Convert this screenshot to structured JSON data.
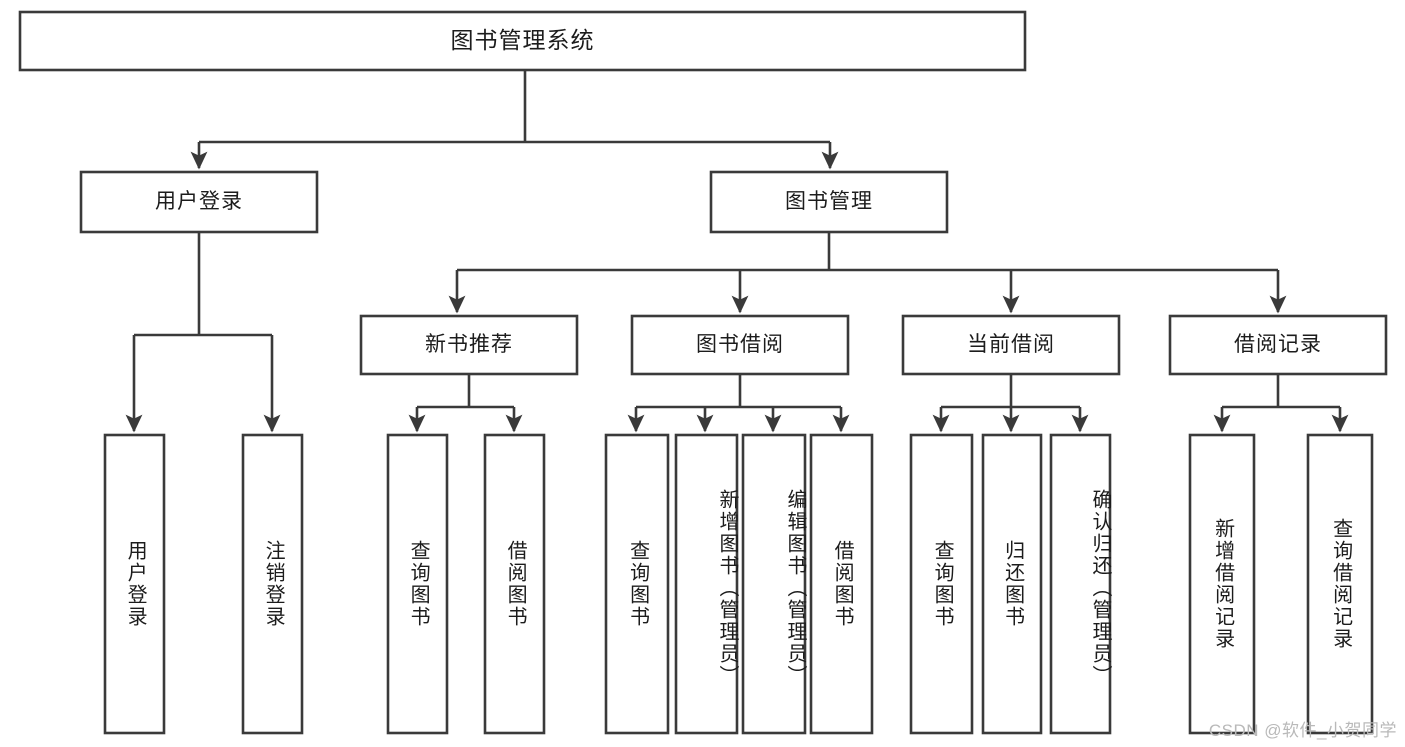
{
  "diagram": {
    "type": "tree",
    "title": "图书管理系统",
    "orientation": "top-down",
    "theme": {
      "background": "#ffffff",
      "box_fill": "#ffffff",
      "box_stroke": "#3a3a3a",
      "text_color": "#1c1c1c",
      "watermark_color": "#b9b9b9"
    },
    "root": {
      "id": "root",
      "label": "图书管理系统",
      "orientation": "horizontal"
    },
    "level2": [
      {
        "id": "user-login",
        "label": "用户登录",
        "orientation": "horizontal"
      },
      {
        "id": "book-manage",
        "label": "图书管理",
        "orientation": "horizontal"
      }
    ],
    "level3": [
      {
        "id": "new-book-recommend",
        "label": "新书推荐",
        "orientation": "horizontal",
        "parent": "book-manage"
      },
      {
        "id": "book-borrow",
        "label": "图书借阅",
        "orientation": "horizontal",
        "parent": "book-manage"
      },
      {
        "id": "current-borrow",
        "label": "当前借阅",
        "orientation": "horizontal",
        "parent": "book-manage"
      },
      {
        "id": "borrow-record",
        "label": "借阅记录",
        "orientation": "horizontal",
        "parent": "book-manage"
      }
    ],
    "leaves": [
      {
        "id": "leaf-user-login",
        "label": "用户登录",
        "parent": "user-login",
        "orientation": "vertical"
      },
      {
        "id": "leaf-logout-login",
        "label": "注销登录",
        "parent": "user-login",
        "orientation": "vertical"
      },
      {
        "id": "leaf-query-book-1",
        "label": "查询图书",
        "parent": "new-book-recommend",
        "orientation": "vertical"
      },
      {
        "id": "leaf-borrow-book-1",
        "label": "借阅图书",
        "parent": "new-book-recommend",
        "orientation": "vertical"
      },
      {
        "id": "leaf-query-book-2",
        "label": "查询图书",
        "parent": "book-borrow",
        "orientation": "vertical"
      },
      {
        "id": "leaf-add-book",
        "label": "新增图书（管理员）",
        "parent": "book-borrow",
        "orientation": "vertical"
      },
      {
        "id": "leaf-edit-book",
        "label": "编辑图书（管理员）",
        "parent": "book-borrow",
        "orientation": "vertical"
      },
      {
        "id": "leaf-borrow-book-2",
        "label": "借阅图书",
        "parent": "book-borrow",
        "orientation": "vertical"
      },
      {
        "id": "leaf-query-book-3",
        "label": "查询图书",
        "parent": "current-borrow",
        "orientation": "vertical"
      },
      {
        "id": "leaf-return-book",
        "label": "归还图书",
        "parent": "current-borrow",
        "orientation": "vertical"
      },
      {
        "id": "leaf-confirm-return",
        "label": "确认归还（管理员）",
        "parent": "current-borrow",
        "orientation": "vertical"
      },
      {
        "id": "leaf-add-record",
        "label": "新增借阅记录",
        "parent": "borrow-record",
        "orientation": "vertical"
      },
      {
        "id": "leaf-query-record",
        "label": "查询借阅记录",
        "parent": "borrow-record",
        "orientation": "vertical"
      }
    ],
    "watermark": "CSDN @软件_小贺同学"
  }
}
